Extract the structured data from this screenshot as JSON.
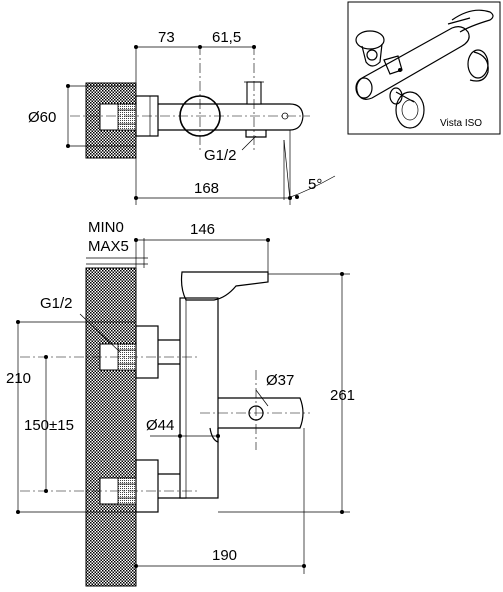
{
  "top_view": {
    "dim_73": "73",
    "dim_61_5": "61,5",
    "dim_60": "Ø60",
    "thread": "G1/2",
    "dim_168": "168",
    "angle": "5°"
  },
  "iso_view": {
    "caption": "Vista ISO"
  },
  "front_view": {
    "min": "MIN0",
    "max": "MAX5",
    "dim_146": "146",
    "thread": "G1/2",
    "dim_210": "210",
    "dim_37": "Ø37",
    "dim_261": "261",
    "dim_150": "150±15",
    "dim_44": "Ø44",
    "dim_190": "190"
  }
}
